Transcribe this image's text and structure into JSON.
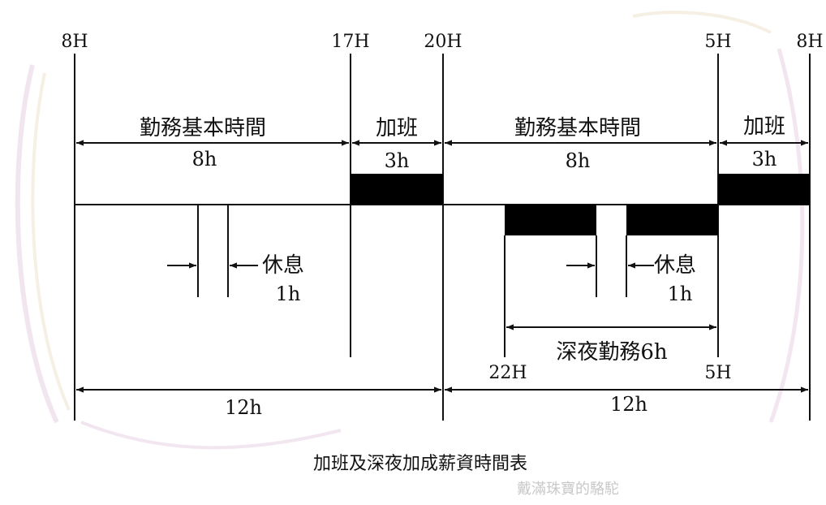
{
  "time_marks": {
    "t8h_start": "8H",
    "t17h": "17H",
    "t20h": "20H",
    "t5h": "5H",
    "t8h_end": "8H",
    "t22h_bottom": "22H",
    "t5h_bottom": "5H"
  },
  "day_shift": {
    "basic_label": "勤務基本時間",
    "basic_hours": "8h",
    "overtime_label": "加班",
    "overtime_hours": "3h",
    "rest_label": "休息",
    "rest_hours": "1h",
    "total_hours": "12h"
  },
  "night_shift": {
    "basic_label": "勤務基本時間",
    "basic_hours": "8h",
    "overtime_label": "加班",
    "overtime_hours": "3h",
    "rest_label": "休息",
    "rest_hours": "1h",
    "late_night_label": "深夜勤務6h",
    "total_hours": "12h"
  },
  "caption": "加班及深夜加成薪資時間表",
  "watermark": "戴滿珠寶的駱駝",
  "colors": {
    "line": "#111111",
    "fill": "#000000",
    "watermark": "#c9c9c9",
    "watermark_accent": "#d9b6d6"
  }
}
